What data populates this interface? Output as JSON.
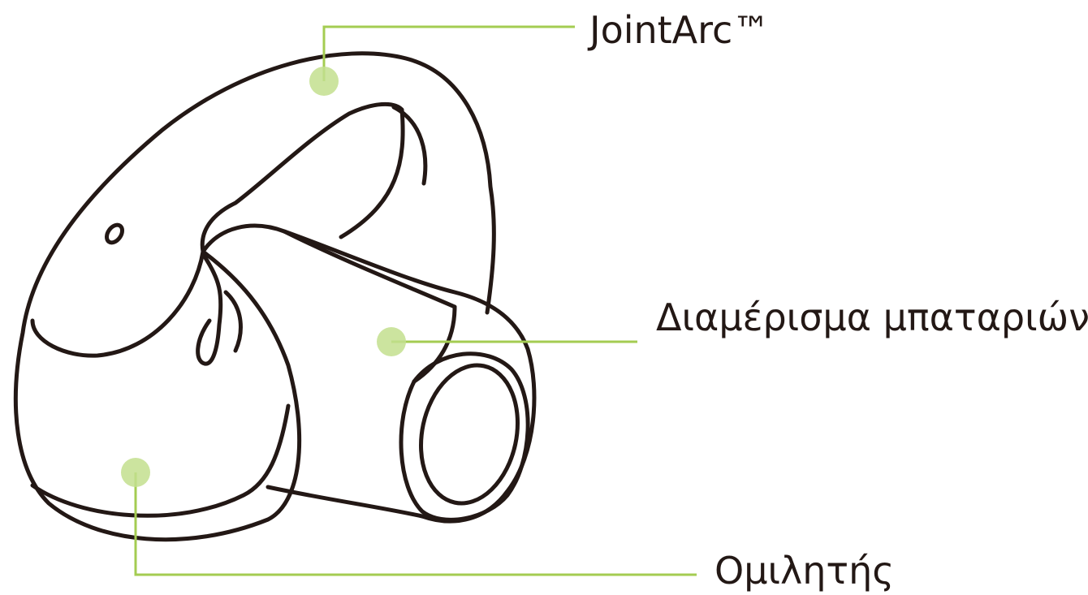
{
  "colors": {
    "outline": "#231815",
    "accent": "#a4cc52",
    "dot": "#c3df8e",
    "background": "#ffffff"
  },
  "callouts": [
    {
      "id": "jointarc",
      "label": "JointArc™"
    },
    {
      "id": "battery",
      "label": "Διαμέρισμα μπαταριών"
    },
    {
      "id": "speaker",
      "label": "Ομιλητής"
    }
  ]
}
